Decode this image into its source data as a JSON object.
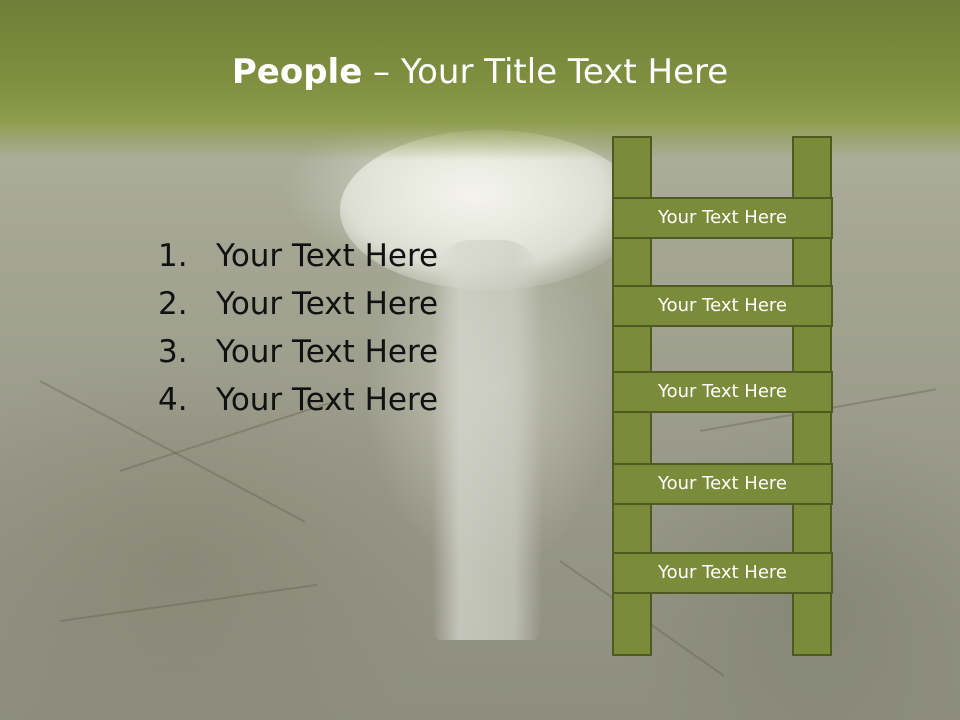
{
  "title": {
    "bold": "People",
    "rest": " – Your Title Text Here"
  },
  "list": [
    {
      "num": "1.",
      "text": "Your Text Here"
    },
    {
      "num": "2.",
      "text": "Your Text Here"
    },
    {
      "num": "3.",
      "text": "Your Text Here"
    },
    {
      "num": "4.",
      "text": "Your Text Here"
    }
  ],
  "ladder": {
    "rungs": [
      "Your Text Here",
      "Your Text Here",
      "Your Text Here",
      "Your Text Here",
      "Your Text Here"
    ]
  },
  "colors": {
    "header": "#7f8f3f",
    "ladder": "#7b8b3a",
    "ladder_border": "#4f5a22"
  }
}
